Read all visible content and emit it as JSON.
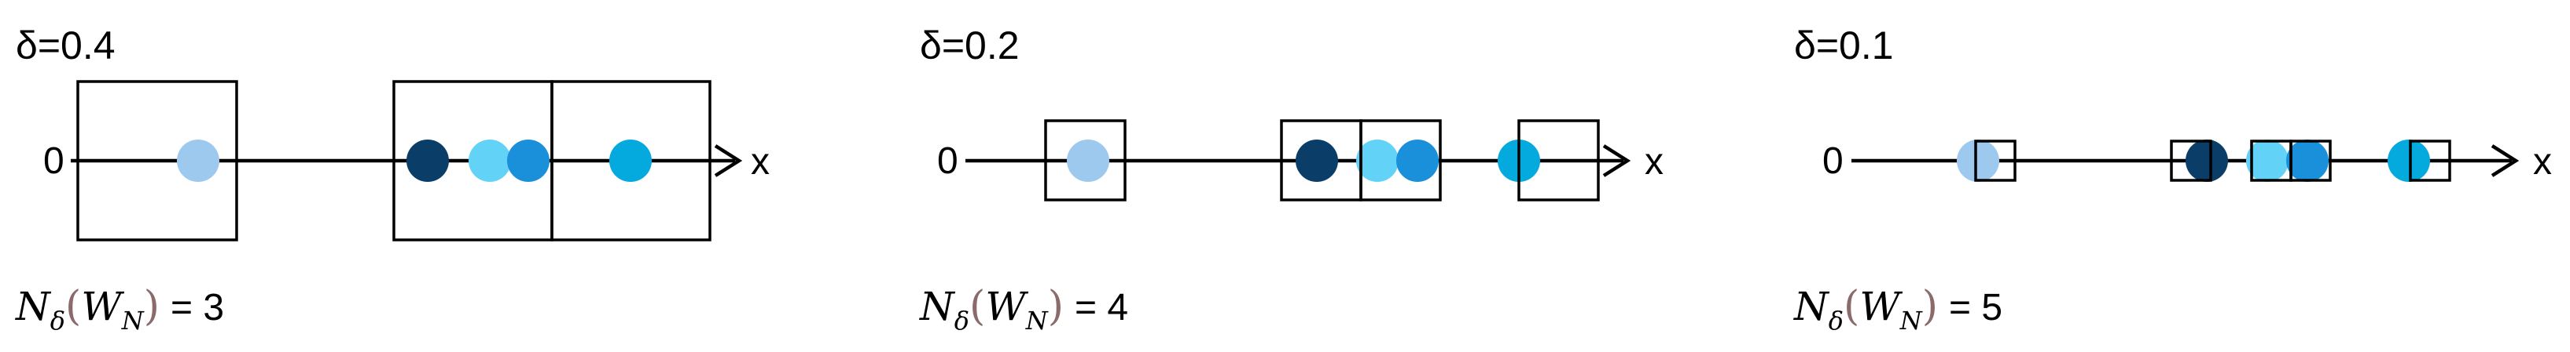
{
  "colors": {
    "line": "#000000",
    "paren": "#8a6a6a",
    "points": [
      "#9ec9ef",
      "#0b3d69",
      "#62d3f7",
      "#1a90db",
      "#04a9dd"
    ]
  },
  "panels": [
    {
      "delta_label": "δ=0.4",
      "zero_label": "0",
      "axis_label": "x",
      "formula": {
        "symbol": "N",
        "sub": "δ",
        "open": "(",
        "inner": "W",
        "inner_sub": "N",
        "close": ")",
        "value": "= 3"
      },
      "count": 3
    },
    {
      "delta_label": "δ=0.2",
      "zero_label": "0",
      "axis_label": "x",
      "formula": {
        "symbol": "N",
        "sub": "δ",
        "open": "(",
        "inner": "W",
        "inner_sub": "N",
        "close": ")",
        "value": "= 4"
      },
      "count": 4
    },
    {
      "delta_label": "δ=0.1",
      "zero_label": "0",
      "axis_label": "x",
      "formula": {
        "symbol": "N",
        "sub": "δ",
        "open": "(",
        "inner": "W",
        "inner_sub": "N",
        "close": ")",
        "value": "= 5"
      },
      "count": 5
    }
  ]
}
